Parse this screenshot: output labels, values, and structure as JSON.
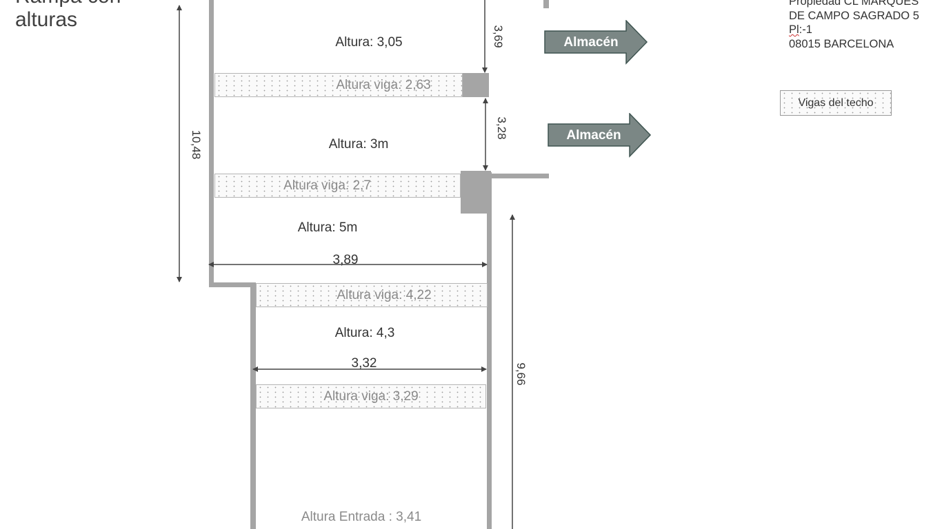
{
  "title": {
    "line1": "Rampa con",
    "line2": "alturas"
  },
  "address": {
    "line1": "Propiedad CL MARQUES",
    "line2": "DE CAMPO SAGRADO 5",
    "line3_prefix": "Pl",
    "line3_rest": ":-1",
    "line4": "08015 BARCELONA"
  },
  "legend": {
    "label": "Vigas del techo"
  },
  "heights": [
    "Altura: 3,05",
    "Altura: 3m",
    "Altura: 5m",
    "Altura: 4,3",
    "Altura Entrada : 3,41"
  ],
  "beams": [
    "Altura viga: 2,63",
    "Altura viga: 2,7",
    "Altura viga: 4,22",
    "Altura viga: 3,29"
  ],
  "dimensions": {
    "d1": "10,48",
    "d2": "3,69",
    "d3": "3,28",
    "d4": "3,89",
    "d5": "3,32",
    "d6": "9,66"
  },
  "arrows": [
    "Almacén",
    "Almacén"
  ],
  "colors": {
    "wall": "#a5a5a5",
    "arrow_fill": "#7b8785",
    "arrow_border": "#3e5450"
  }
}
